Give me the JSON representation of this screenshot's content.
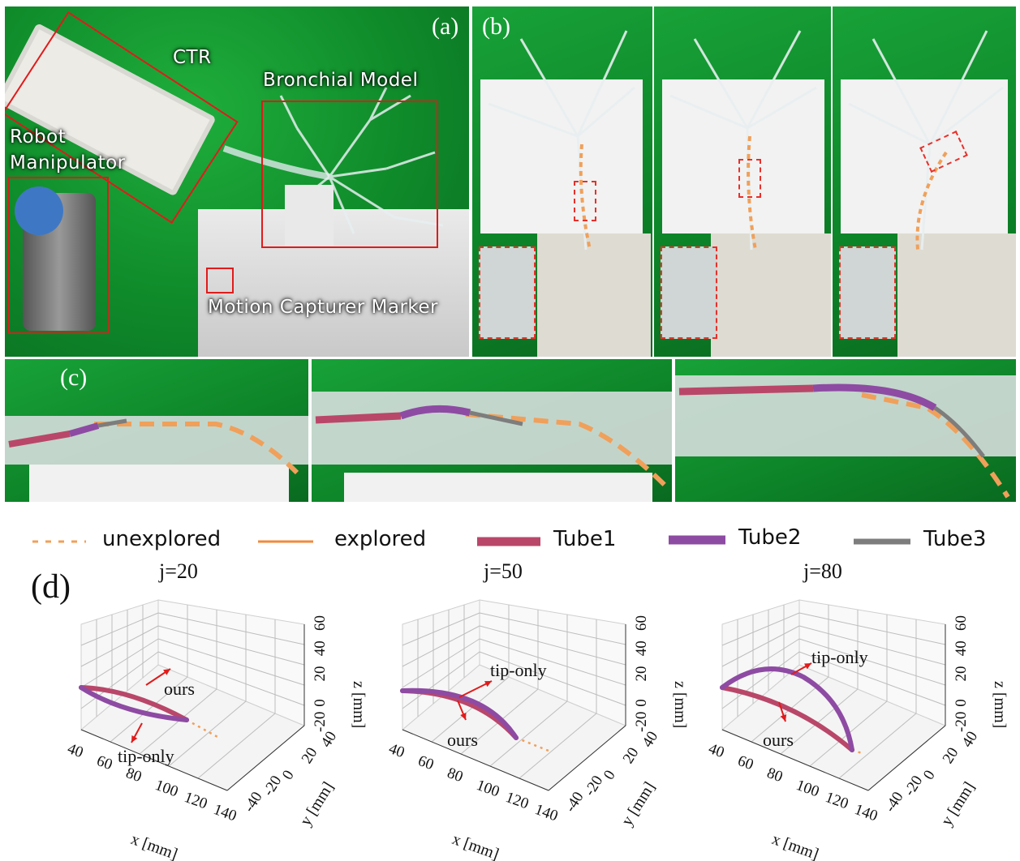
{
  "panel_a": {
    "label": "(a)",
    "ctr": "CTR",
    "bronchial": "Bronchial Model",
    "robot_line1": "Robot",
    "robot_line2": "Manipulator",
    "marker": "Motion Capturer Marker"
  },
  "panel_b": {
    "label": "(b)"
  },
  "panel_c": {
    "label": "(c)"
  },
  "panel_d": {
    "label": "(d)"
  },
  "legend": {
    "unexplored": "unexplored",
    "explored": "explored",
    "tube1": "Tube1",
    "tube2": "Tube2",
    "tube3": "Tube3"
  },
  "colors": {
    "unexplored": "#f0a05a",
    "explored": "#f08a3c",
    "tube1": "#b9476a",
    "tube2": "#8e4ba3",
    "tube3": "#7d7d7d",
    "red_box": "#e01b1b"
  },
  "plots": [
    {
      "title": "j=20",
      "upper": "ours",
      "lower": "tip-only"
    },
    {
      "title": "j=50",
      "upper": "tip-only",
      "lower": "ours"
    },
    {
      "title": "j=80",
      "upper": "tip-only",
      "lower": "ours"
    }
  ],
  "axes": {
    "x_label": "x [mm]",
    "y_label": "y [mm]",
    "z_label": "z [mm]",
    "x_ticks": [
      "40",
      "60",
      "80",
      "100",
      "120",
      "140"
    ],
    "y_ticks": [
      "-40",
      "-20",
      "0",
      "20",
      "40"
    ],
    "z_ticks": [
      "-20",
      "0",
      "20",
      "40",
      "60"
    ]
  }
}
